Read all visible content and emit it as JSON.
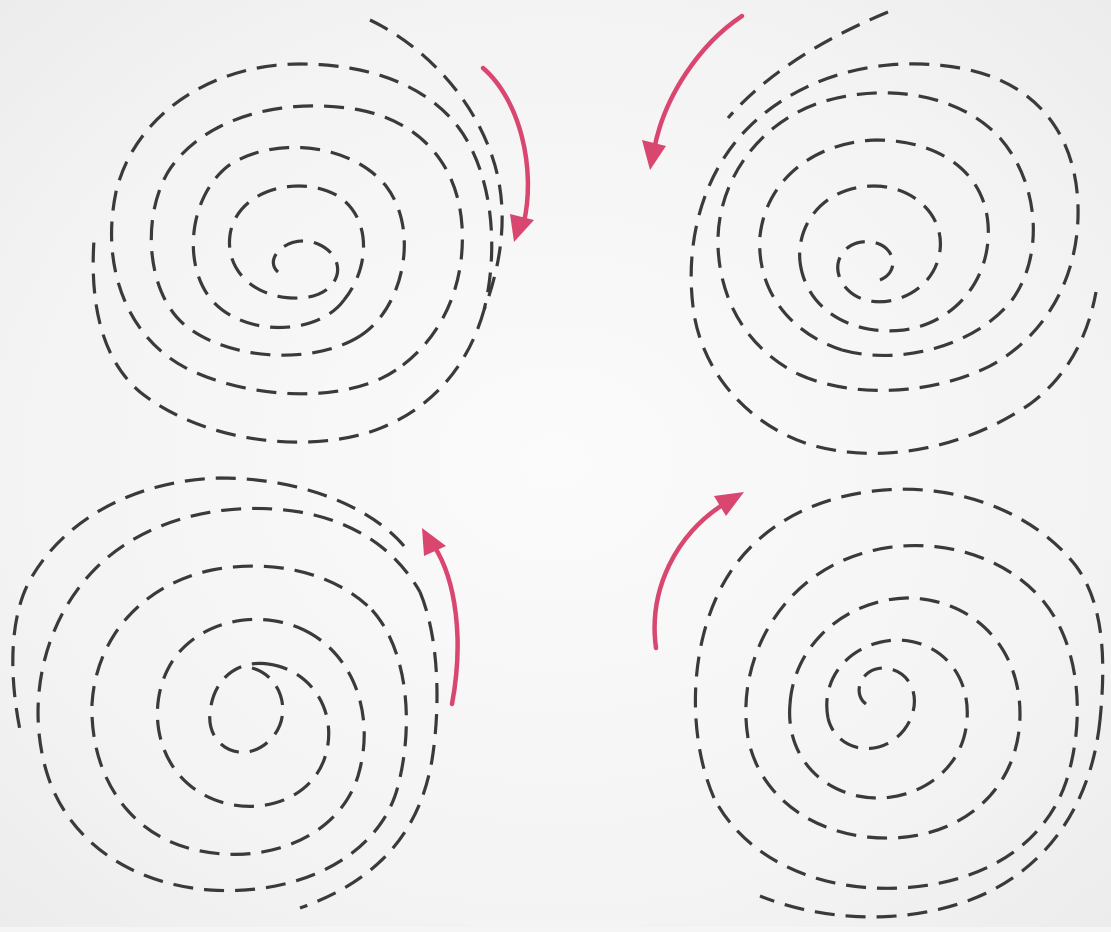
{
  "colors": {
    "spiral": "#3a3a3a",
    "arrow": "#d9466f",
    "background": "#f5f5f5"
  },
  "quadrants": [
    {
      "position": "top-left",
      "rotation": "clockwise"
    },
    {
      "position": "top-right",
      "rotation": "counterclockwise"
    },
    {
      "position": "bottom-left",
      "rotation": "counterclockwise"
    },
    {
      "position": "bottom-right",
      "rotation": "clockwise"
    }
  ]
}
